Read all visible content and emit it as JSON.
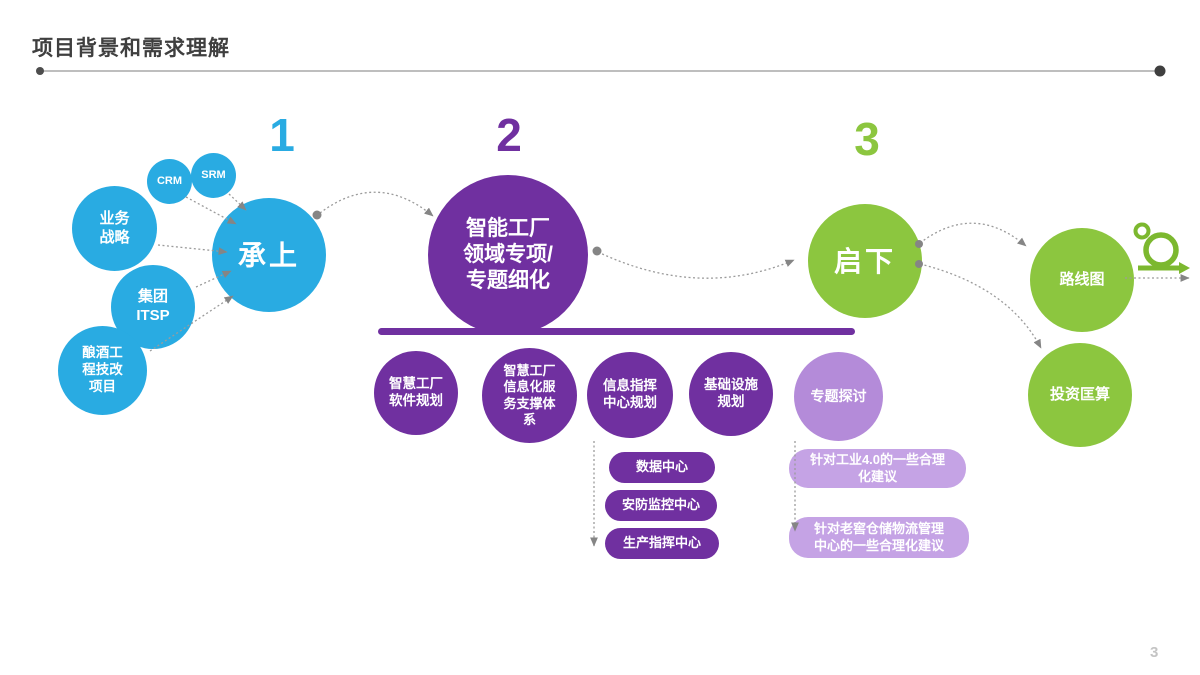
{
  "title": {
    "text": "项目背景和需求理解"
  },
  "page_number": "3",
  "colors": {
    "blue": "#29ABE2",
    "purple": "#7030A0",
    "light_purple": "#B48BD9",
    "pill_purple": "#C5A3E5",
    "green": "#8CC63F",
    "connector_gray": "#9B9B9B",
    "title_text": "#3F3F3F",
    "page_num": "#C4C4C4"
  },
  "stage1": {
    "number": "1",
    "sources": [
      "CRM",
      "SRM",
      "业务\n战略",
      "集团\nITSP",
      "酿酒工\n程技改\n项目"
    ],
    "hub": "承上"
  },
  "stage2": {
    "number": "2",
    "hub": "智能工厂\n领域专项/\n专题细化",
    "areas": [
      "智慧工厂\n软件规划",
      "智慧工厂\n信息化服\n务支撑体\n系",
      "信息指挥\n中心规划",
      "基础设施\n规划",
      "专题探讨"
    ],
    "command_center_items": [
      "数据中心",
      "安防监控中心",
      "生产指挥中心"
    ],
    "topic_suggestions": [
      "针对工业4.0的一些合理\n化建议",
      "针对老窖仓储物流管理\n中心的一些合理化建议"
    ]
  },
  "stage3": {
    "number": "3",
    "hub": "启下",
    "outputs": [
      "路线图",
      "投资匡算"
    ]
  },
  "icons": {
    "sprint_loop": "sprint-loop-icon"
  }
}
